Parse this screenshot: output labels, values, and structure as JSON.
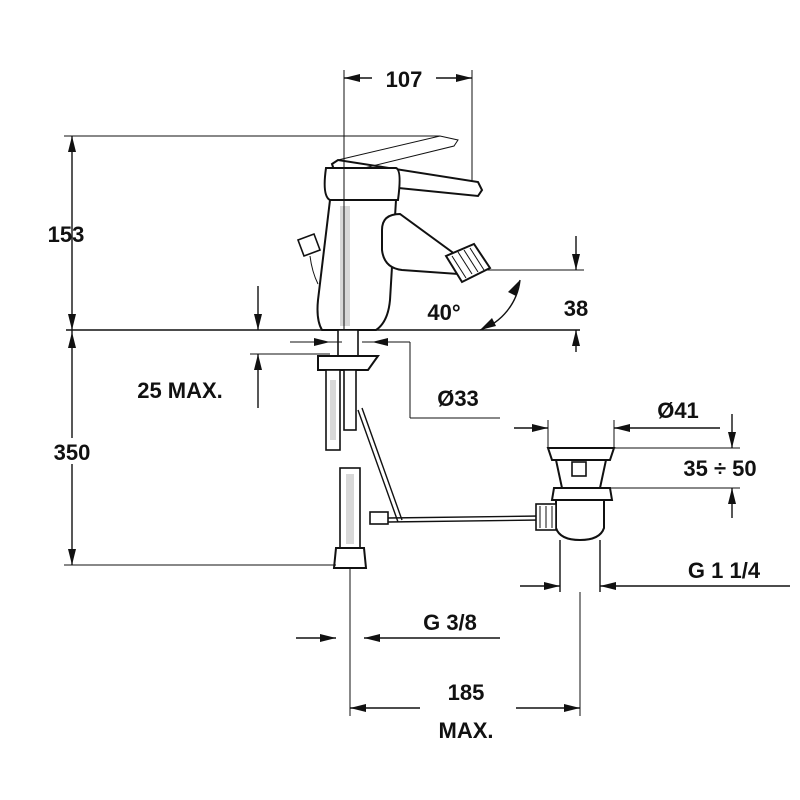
{
  "diagram": {
    "colors": {
      "ink": "#111111",
      "background": "#ffffff",
      "shade": "#d8d8d8"
    },
    "dimensions": {
      "width_top": "107",
      "height_body": "153",
      "deck_thickness": "25 MAX.",
      "spout_angle": "40°",
      "spout_height": "38",
      "hole_diameter": "Ø33",
      "supply_length": "350",
      "drain_diameter": "Ø41",
      "drain_adjust": "35 ÷ 50",
      "drain_thread": "G 1 1/4",
      "supply_thread": "G 3/8",
      "drain_offset": "185",
      "drain_offset_note": "MAX."
    }
  }
}
